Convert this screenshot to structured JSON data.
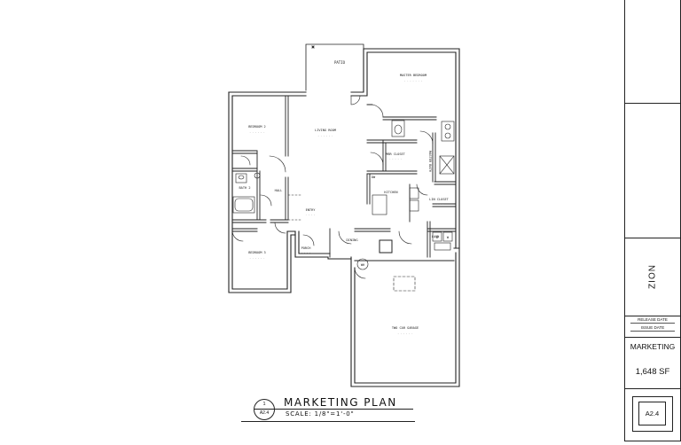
{
  "rooms": {
    "patio": "PATIO",
    "master_bedroom": "MASTER BEDROOM",
    "bedroom2": "BEDROOM 2",
    "living_room": "LIVING ROOM",
    "mbr_closet": "MBR CLOSET",
    "master_bath": "MASTER BATH",
    "bath2": "BATH 2",
    "hall": "HALL",
    "kitchen": "KITCHEN",
    "lin_closet": "LIN CLOSET",
    "entry": "ENTRY",
    "bedroom3": "BEDROOM 3",
    "porch": "PORCH",
    "dining": "DINING",
    "laundry": "LAUN",
    "garage": "TWO CAR GARAGE",
    "wh": "WH",
    "dw": "DW",
    "dryer": "D",
    "washer": "W"
  },
  "plan_title": {
    "title": "MARKETING PLAN",
    "scale": "SCALE: 1/8\"=1'-0\"",
    "detail_number": "1",
    "sheet_ref": "A2.4"
  },
  "title_block": {
    "project": "ZION",
    "release_date_label": "RELEASE DATE",
    "issue_date_label": "ISSUE DATE",
    "marketing_label": "MARKETING",
    "square_feet": "1,648 SF",
    "sheet_number": "A2.4"
  }
}
